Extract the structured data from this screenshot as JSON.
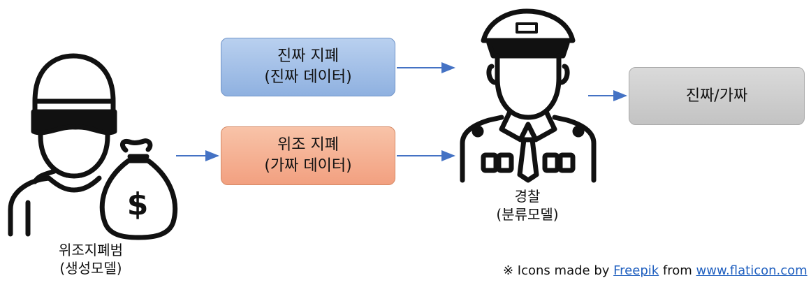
{
  "nodes": {
    "real_note": {
      "line1": "진짜 지폐",
      "line2": "(진짜 데이터)"
    },
    "fake_note": {
      "line1": "위조 지폐",
      "line2": "(가짜 데이터)"
    },
    "result": {
      "label": "진짜/가짜"
    }
  },
  "counterfeiter": {
    "line1": "위조지폐범",
    "line2": "(생성모델)"
  },
  "police": {
    "line1": "경찰",
    "line2": "(분류모델)"
  },
  "credit": {
    "prefix": "※ Icons made by ",
    "author": "Freepik",
    "middle": " from ",
    "site": "www.flaticon.com"
  },
  "colors": {
    "arrow": "#4472c4",
    "icon_stroke": "#111111"
  },
  "icons": [
    "thief-icon",
    "money-bag-icon",
    "dollar-sign-icon",
    "police-officer-icon"
  ]
}
